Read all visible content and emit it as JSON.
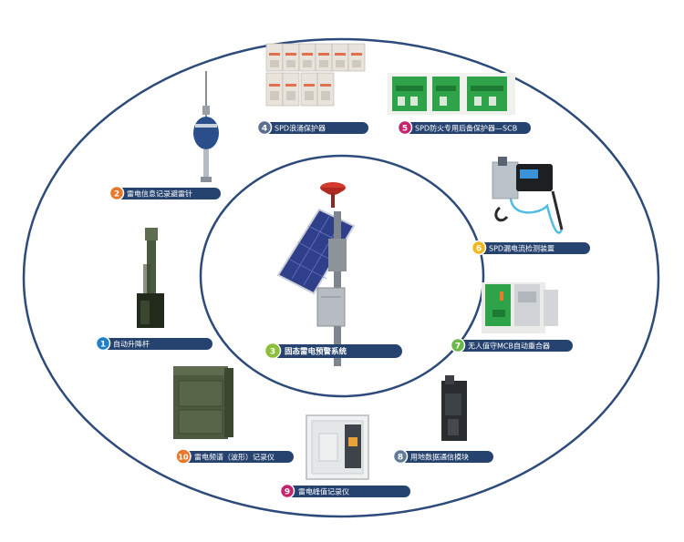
{
  "colors": {
    "ring": "#2d4b7a",
    "label_bar": "#26436f",
    "badge_blue": "#1f7fc9",
    "badge_orange": "#e8782a",
    "badge_green": "#8dbf3a",
    "badge_magenta": "#c4246e",
    "badge_yellow": "#f0b81c",
    "badge_lightgreen": "#6db84a",
    "badge_slate": "#5a6f8e",
    "badge_teal": "#5f7b98"
  },
  "items": [
    {
      "num": "1",
      "label": "自动升降杆",
      "icon": "telescopic-mast"
    },
    {
      "num": "2",
      "label": "雷电信息记录避雷针",
      "icon": "lightning-rod"
    },
    {
      "num": "3",
      "label": "固态雷电预警系统",
      "icon": "solar-warning-station"
    },
    {
      "num": "4",
      "label": "SPD浪涌保护器",
      "icon": "surge-protector"
    },
    {
      "num": "5",
      "label": "SPD防火专用后备保护器—SCB",
      "icon": "backup-protector"
    },
    {
      "num": "6",
      "label": "SPD漏电流检测装置",
      "icon": "leakage-detector"
    },
    {
      "num": "7",
      "label": "无人值守MCB自动重合器",
      "icon": "auto-recloser"
    },
    {
      "num": "8",
      "label": "用地数据通信模块",
      "icon": "comm-module"
    },
    {
      "num": "9",
      "label": "雷电峰值记录仪",
      "icon": "peak-recorder"
    },
    {
      "num": "10",
      "label": "雷电频谱（波形）记录仪",
      "icon": "waveform-recorder"
    }
  ]
}
